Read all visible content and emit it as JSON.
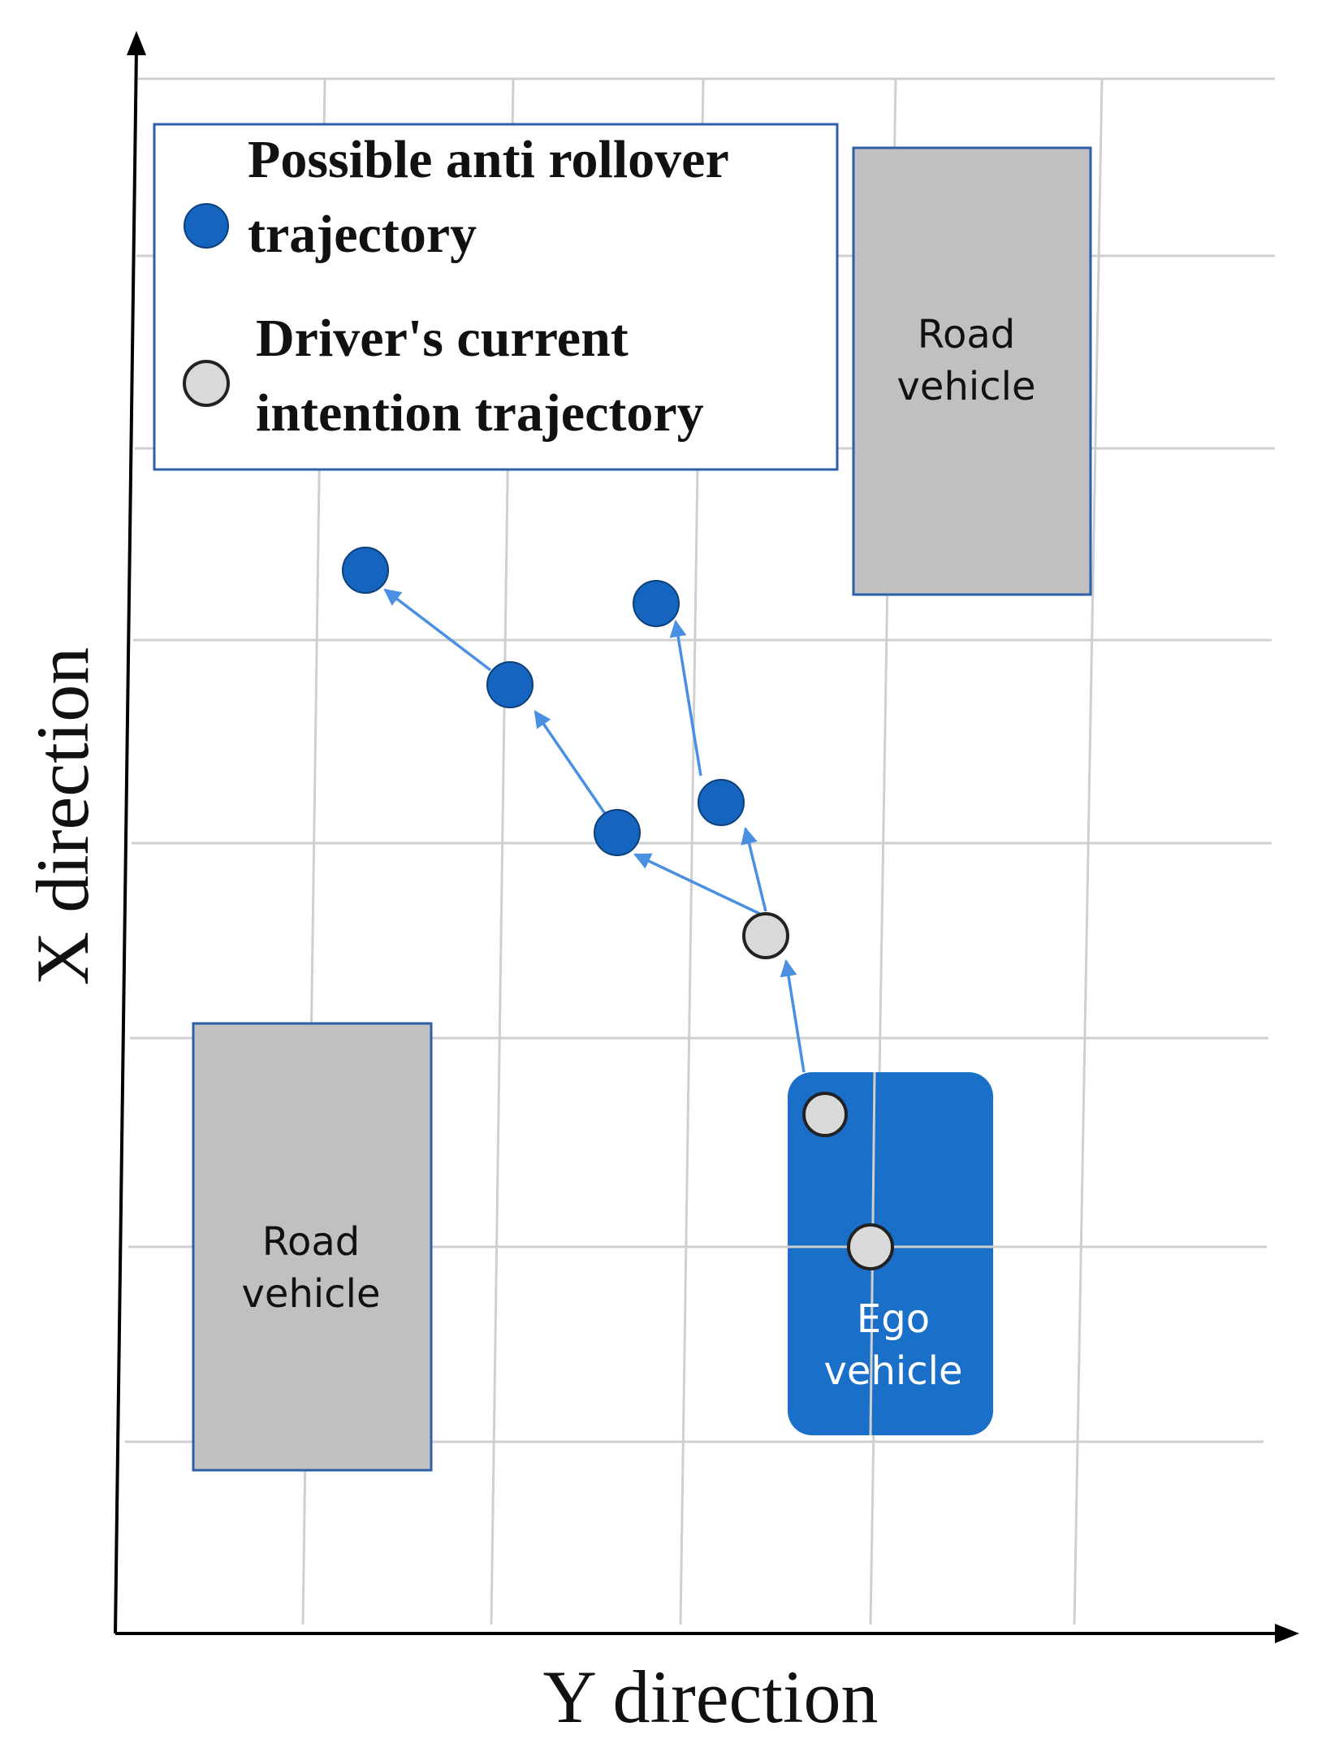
{
  "legend": {
    "items": [
      {
        "marker": "blue-dot",
        "color": "#1565c0",
        "lines": [
          "Possible anti rollover",
          "trajectory"
        ]
      },
      {
        "marker": "gray-dot",
        "color": "#d9d9d9",
        "lines": [
          "Driver's current",
          "intention trajectory"
        ]
      }
    ]
  },
  "axes": {
    "x_title": "Y direction",
    "y_title": "X direction"
  },
  "vehicles": {
    "road_top": {
      "lines": [
        "Road",
        "vehicle"
      ],
      "color": "#c0c0c0"
    },
    "road_bottom": {
      "lines": [
        "Road",
        "vehicle"
      ],
      "color": "#c0c0c0"
    },
    "ego": {
      "lines": [
        "Ego",
        "vehicle"
      ],
      "color": "#1a6fc9"
    }
  },
  "colors": {
    "trajectory_line": "#4a90e2",
    "blue_point": "#1565c0",
    "gray_point": "#d9d9d9",
    "grid": "#cfcfcf",
    "box_border": "#2e5fa8"
  }
}
